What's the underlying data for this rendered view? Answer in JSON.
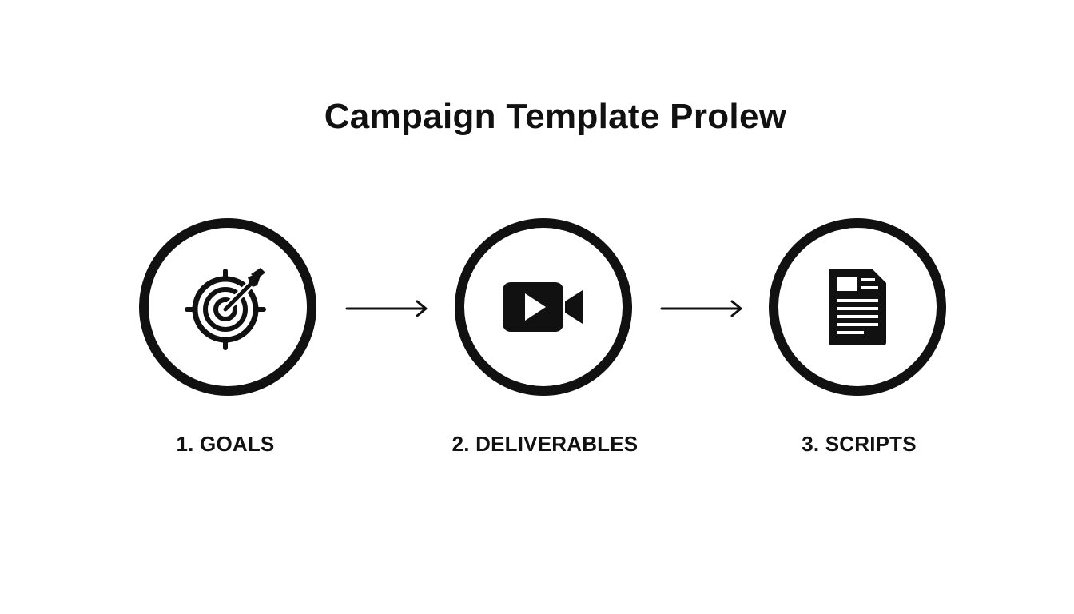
{
  "title": "Campaign Template Prolew",
  "steps": [
    {
      "label": "1. GOALS",
      "icon": "target-arrow-icon"
    },
    {
      "label": "2. DELIVERABLES",
      "icon": "video-camera-icon"
    },
    {
      "label": "3. SCRIPTS",
      "icon": "document-icon"
    }
  ],
  "colors": {
    "background": "#ffffff",
    "ink": "#111111"
  }
}
